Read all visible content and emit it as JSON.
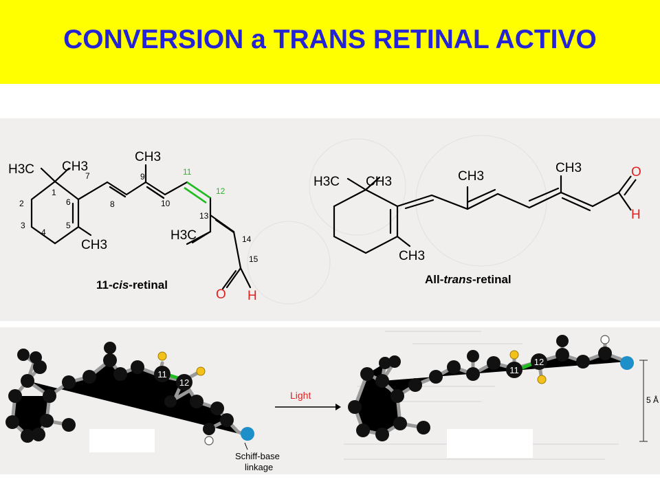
{
  "title": "CONVERSION a TRANS RETINAL ACTIVO",
  "colors": {
    "title_band": "#ffff00",
    "title_text": "#2424d4",
    "green_bond": "#22bb22",
    "oxygen": "#e02020",
    "nitrogen_ball": "#1e8fc8",
    "hydrogen_ball": "#f2c21a"
  },
  "cis": {
    "caption_prefix": "11-",
    "caption_italic": "cis",
    "caption_suffix": "-retinal",
    "methyl_h3c": "H3C",
    "methyl_ch3_ring": "CH3",
    "methyl_ch3_9": "CH3",
    "methyl_ch3_5": "CH3",
    "methyl_h3c_13": "H3C",
    "oxygen": "O",
    "hydrogen": "H",
    "numbers": [
      "1",
      "2",
      "3",
      "4",
      "5",
      "6",
      "7",
      "8",
      "9",
      "10",
      "11",
      "12",
      "13",
      "14",
      "15"
    ]
  },
  "trans": {
    "caption_prefix": "All-",
    "caption_italic": "trans",
    "caption_suffix": "-retinal",
    "methyl_h3c": "H3C",
    "methyl_ch3_ring": "CH3",
    "methyl_ch3_a": "CH3",
    "methyl_ch3_b": "CH3",
    "methyl_ch3_5": "CH3",
    "oxygen": "O",
    "hydrogen": "H"
  },
  "models": {
    "arrow_label": "Light",
    "schiff_label_line1": "Schiff-base",
    "schiff_label_line2": "linkage",
    "scale_label": "5 Å",
    "atom_11": "11",
    "atom_12": "12"
  }
}
